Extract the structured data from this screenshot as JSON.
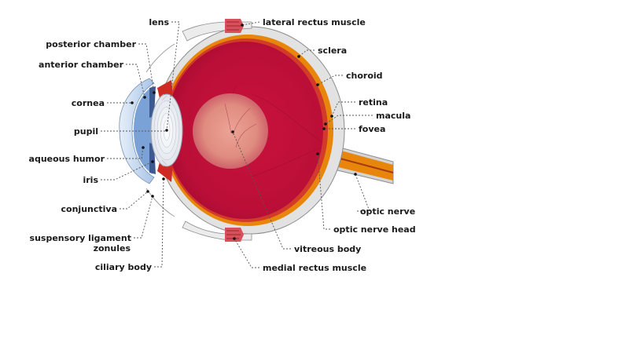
{
  "labels": {
    "lens": "lens",
    "posterior_chamber": "posterior chamber",
    "anterior_chamber": "anterior chamber",
    "cornea": "cornea",
    "pupil": "pupil",
    "aqueous_humor": "aqueous humor",
    "iris": "iris",
    "conjunctiva": "conjunctiva",
    "suspensory_ligament": "suspensory ligament",
    "zonules": "zonules",
    "ciliary_body": "ciliary body",
    "lateral_rectus_muscle": "lateral rectus muscle",
    "sclera": "sclera",
    "choroid": "choroid",
    "retina": "retina",
    "macula": "macula",
    "fovea": "fovea",
    "optic_nerve": "optic nerve",
    "optic_nerve_head": "optic nerve head",
    "vitreous_body": "vitreous body",
    "medial_rectus_muscle": "medial rectus muscle"
  },
  "colors": {
    "sclera": "#e2e2e2",
    "sclera_outline": "#8c8c8c",
    "choroid": "#e8860c",
    "retina": "#d23a2a",
    "vitreous": "#c4103a",
    "macula": "#e8a090",
    "optic_nerve": "#e8860c",
    "lens": "#f2f4f8",
    "cornea": "#c8dcf0",
    "aqueous": "#7aa2d6",
    "muscle": "#d8505a",
    "ciliary": "#cc2a22"
  }
}
